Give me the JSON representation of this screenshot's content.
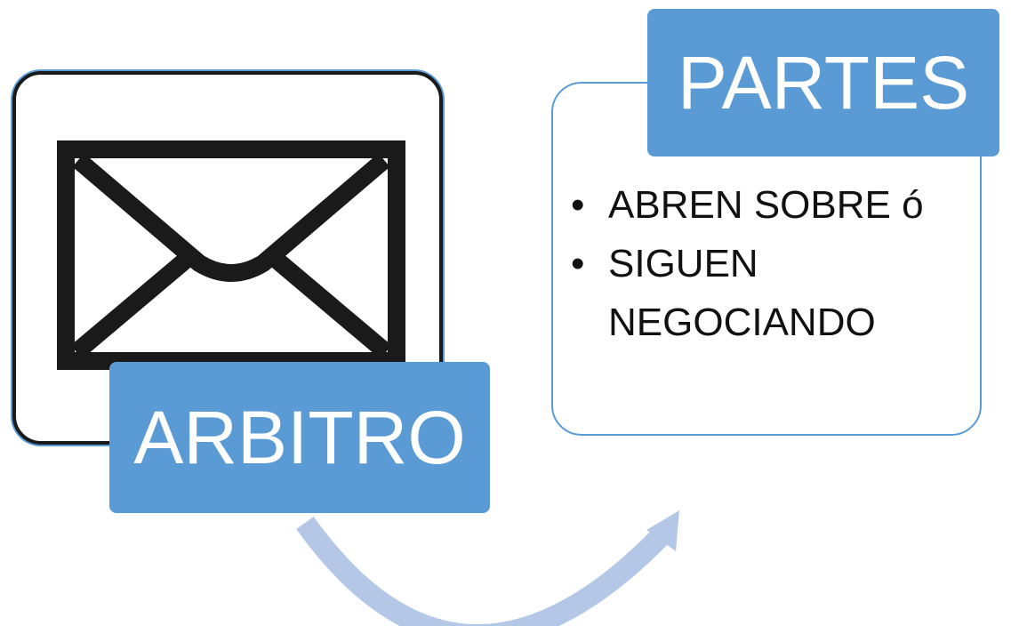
{
  "diagram": {
    "source": {
      "icon": "envelope-icon",
      "label": "ARBITRO"
    },
    "target": {
      "title": "PARTES",
      "items": [
        {
          "bullet": "•",
          "text": "ABREN SOBRE ó"
        },
        {
          "bullet": "•",
          "text": "SIGUEN NEGOCIANDO"
        }
      ]
    },
    "colors": {
      "accent": "#5b9bd5",
      "arrow": "#b4c7e7",
      "ink": "#1a1a1a"
    }
  }
}
